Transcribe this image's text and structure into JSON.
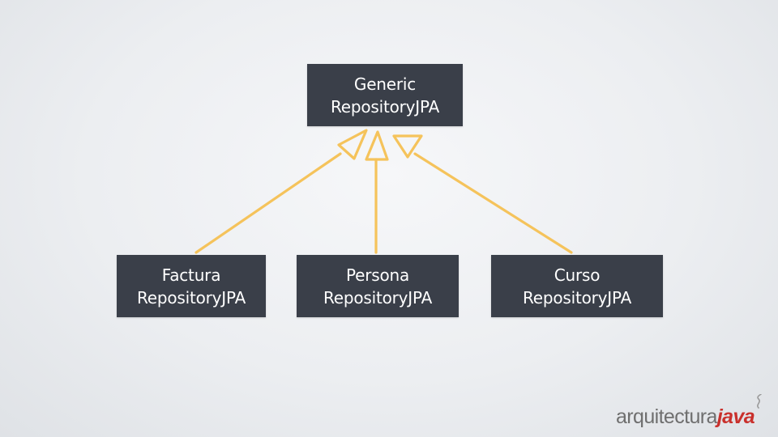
{
  "diagram": {
    "parent": {
      "line1": "Generic",
      "line2": "RepositoryJPA"
    },
    "children": [
      {
        "line1": "Factura",
        "line2": "RepositoryJPA"
      },
      {
        "line1": "Persona",
        "line2": "RepositoryJPA"
      },
      {
        "line1": "Curso",
        "line2": "RepositoryJPA"
      }
    ],
    "relationship": "inheritance",
    "colors": {
      "background": "#eceef1",
      "box_fill": "#3a3f49",
      "box_text": "#ffffff",
      "arrow": "#f5c35b"
    }
  },
  "logo": {
    "part1": "arquitectura",
    "part2": "java",
    "colors": {
      "part1": "#6f6f6f",
      "part2": "#c9302c"
    }
  }
}
